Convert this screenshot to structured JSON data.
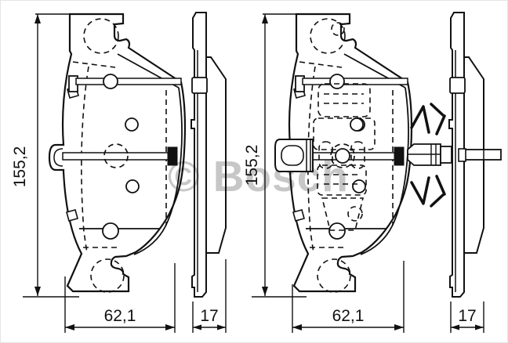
{
  "drawing": {
    "subject": "disc brake pad set technical drawing, front and side views",
    "line_color": "#111111",
    "watermark": {
      "text": "© Bosch",
      "color": "#c7c7c7"
    },
    "views": {
      "pad1_front": {
        "label": "brake pad 1 front view",
        "height": "155,2",
        "width": "62,1"
      },
      "pad1_side": {
        "label": "brake pad 1 side view",
        "thickness": "17"
      },
      "pad2_front": {
        "label": "brake pad 2 front view with wear sensor",
        "height": "155,2",
        "width": "62,1"
      },
      "pad2_side": {
        "label": "brake pad 2 side view with spring clip",
        "thickness": "17"
      }
    }
  }
}
